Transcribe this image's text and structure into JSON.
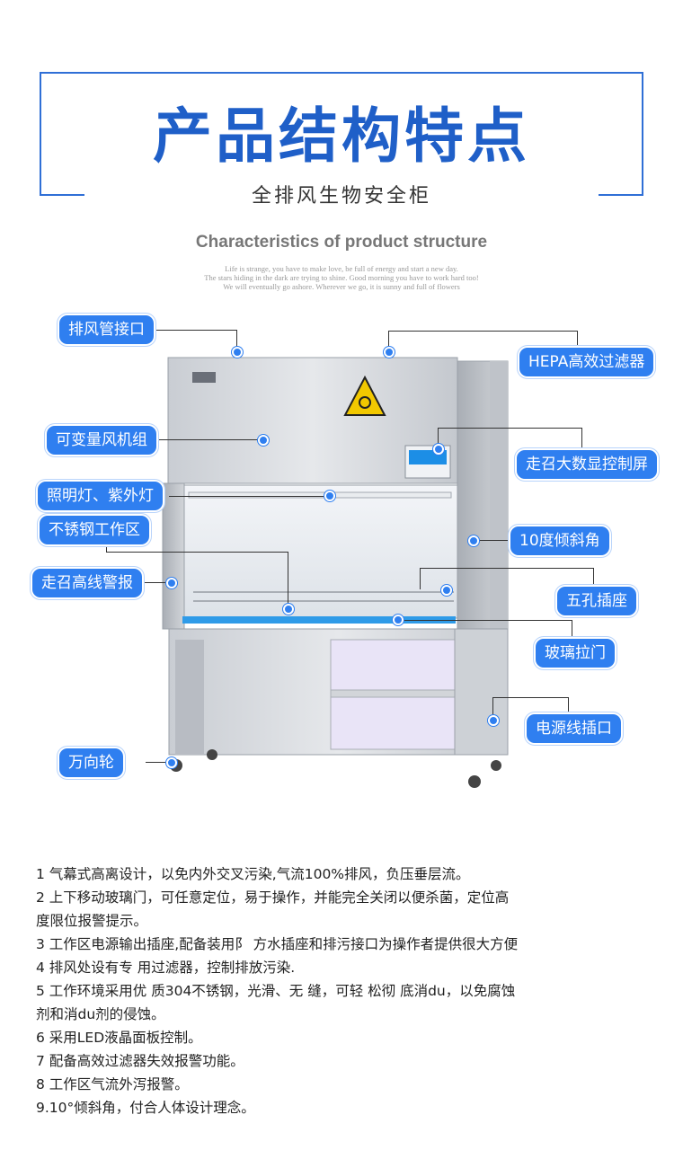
{
  "header": {
    "title": "产品结构特点",
    "subtitle": "全排风生物安全柜",
    "en_title": "Characteristics of product structure",
    "en_lines": [
      "Life is strange, you have to make love, be full of energy and start a new day.",
      "The stars hiding in the dark are trying to shine. Good morning   you have to work hard too!",
      "We will eventually go ashore. Wherever we go, it is sunny and full of flowers"
    ]
  },
  "labels": {
    "exhaust_port": "排风管接口",
    "hepa_filter": "HEPA高效过滤器",
    "fan_unit": "可变量风机组",
    "control_screen": "走召大数显控制屏",
    "lights": "照明灯、紫外灯",
    "workspace": "不锈钢工作区",
    "tilt_angle": "10度倾斜角",
    "height_alarm": "走召高线警报",
    "socket": "五孔插座",
    "sliding_door": "玻璃拉门",
    "power_port": "电源线插口",
    "casters": "万向轮"
  },
  "description": [
    "1 气幕式高离设计，以免内外交叉污染,气流100%排风，负压垂层流。",
    "2 上下移动玻璃门，可任意定位，易于操作，并能完全关闭以便杀菌，定位高",
    "度限位报警提示。",
    "3 工作区电源输出插座,配备装用阝 方水插座和排污接口为操作者提供很大方便",
    "4 排风处设有专 用过滤器，控制排放污染.",
    "5 工作环境采用优 质304不锈钢，光滑、无 缝，可轻 松彻 底消du，以免腐蚀",
    "剂和消du剂的侵蚀。",
    "6 采用LED液晶面板控制。",
    "7 配备高效过滤器失效报警功能。",
    "8 工作区气流外泻报警。",
    "9.10°倾斜角，付合人体设计理念。"
  ],
  "colors": {
    "accent": "#2f7ff0",
    "title": "#1f5fc8",
    "frame": "#2f6fd6"
  }
}
